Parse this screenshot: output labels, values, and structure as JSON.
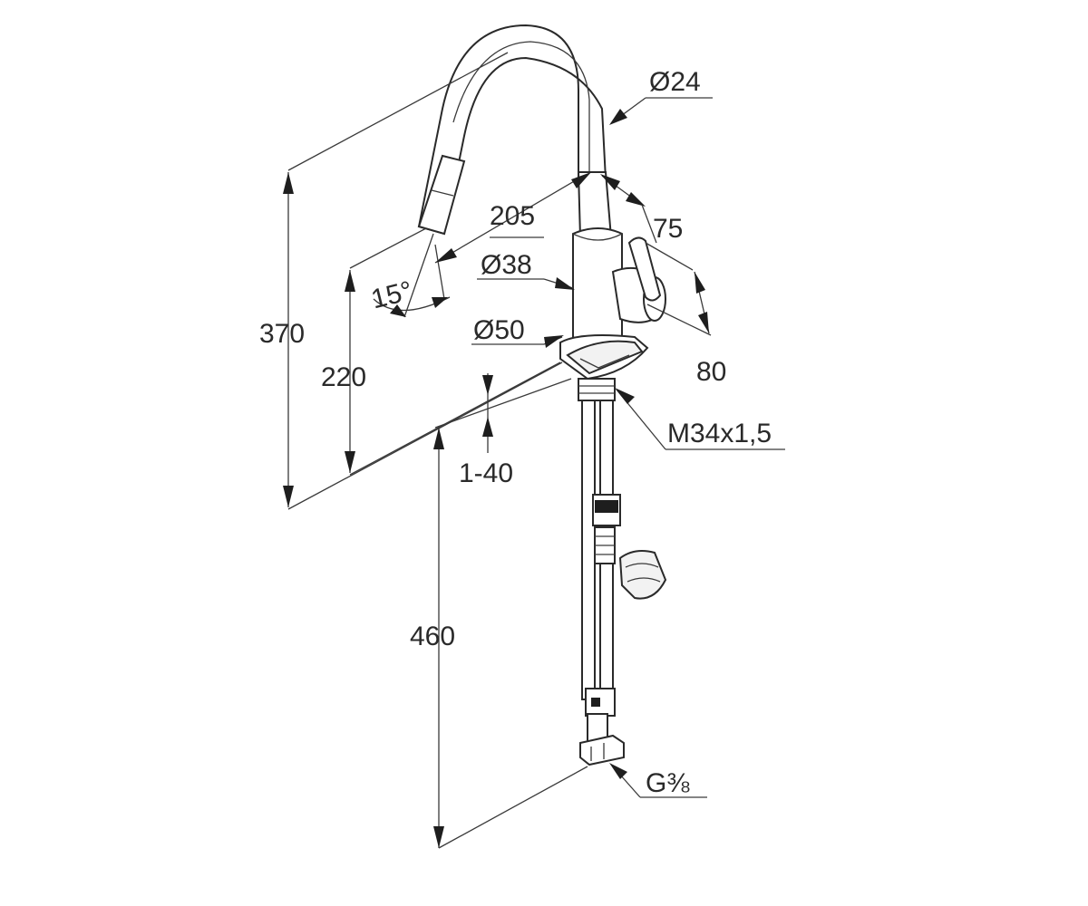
{
  "dimensions": {
    "dia_24": "Ø24",
    "len_205": "205",
    "len_75": "75",
    "dia_38": "Ø38",
    "angle_15": "15°",
    "dia_50": "Ø50",
    "height_370": "370",
    "height_220": "220",
    "len_80": "80",
    "thread": "M34x1,5",
    "range_1_40": "1-40",
    "len_460": "460",
    "connector": "G⅜"
  },
  "colors": {
    "line": "#2a2a2a",
    "background": "#ffffff"
  }
}
